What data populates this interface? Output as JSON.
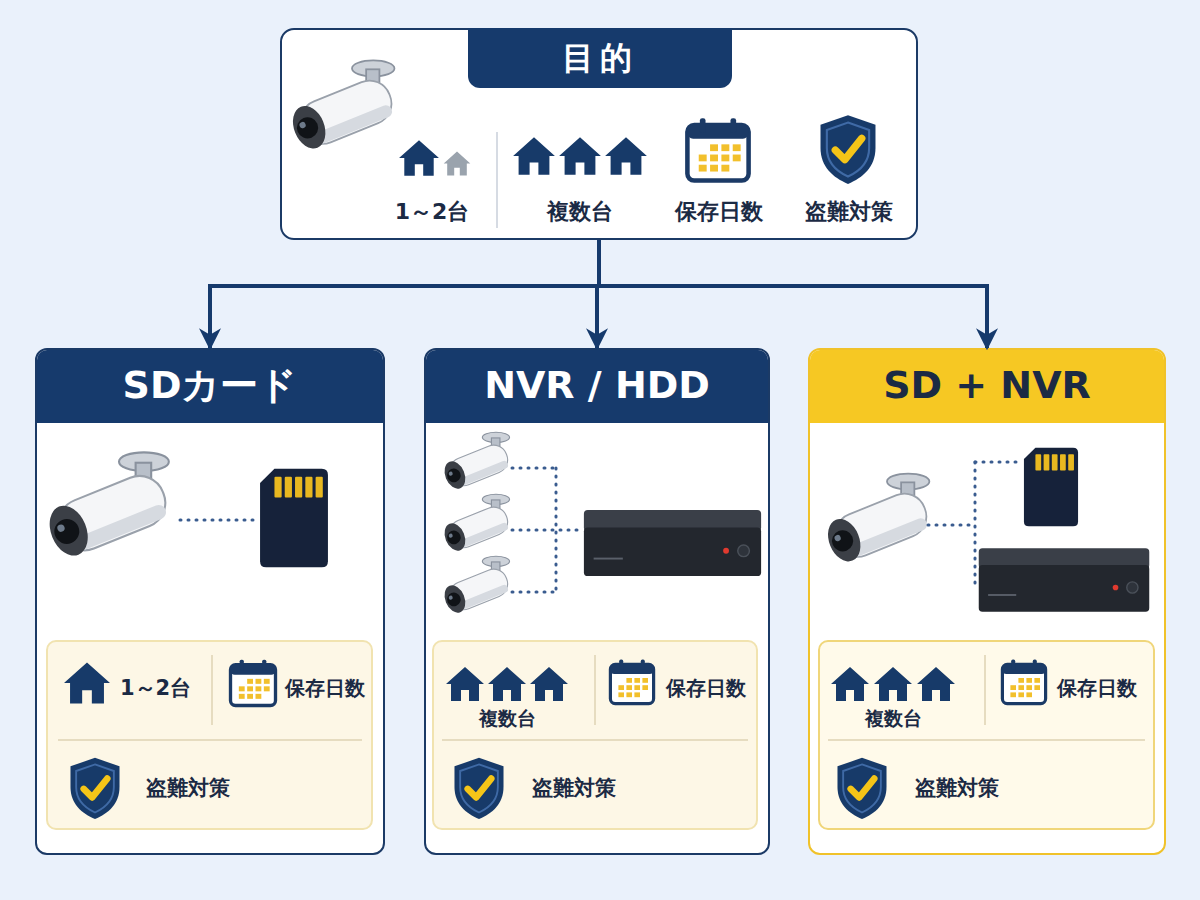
{
  "diagram": {
    "nodes": [
      {
        "text": [
          "目的",
          "1～2台",
          "複数台",
          "保存日数",
          "盗難対策"
        ]
      },
      {
        "text": [
          "SDカード"
        ]
      },
      {
        "text": [
          "1～2台",
          "保存日数",
          "盗難対策"
        ],
        "in": 1
      },
      {
        "text": [
          "NVR / HDD"
        ]
      },
      {
        "text": [
          "複数台",
          "保存日数",
          "盗難対策"
        ],
        "in": 3
      },
      {
        "text": [
          "SD + NVR"
        ]
      },
      {
        "text": [
          "複数台",
          "保存日数",
          "盗難対策"
        ],
        "in": 5
      }
    ],
    "edges": [
      {
        "from": 0,
        "to": 1,
        "arrow": "to"
      },
      {
        "from": 0,
        "to": 3,
        "arrow": "to"
      },
      {
        "from": 0,
        "to": 5,
        "arrow": "to"
      }
    ]
  }
}
